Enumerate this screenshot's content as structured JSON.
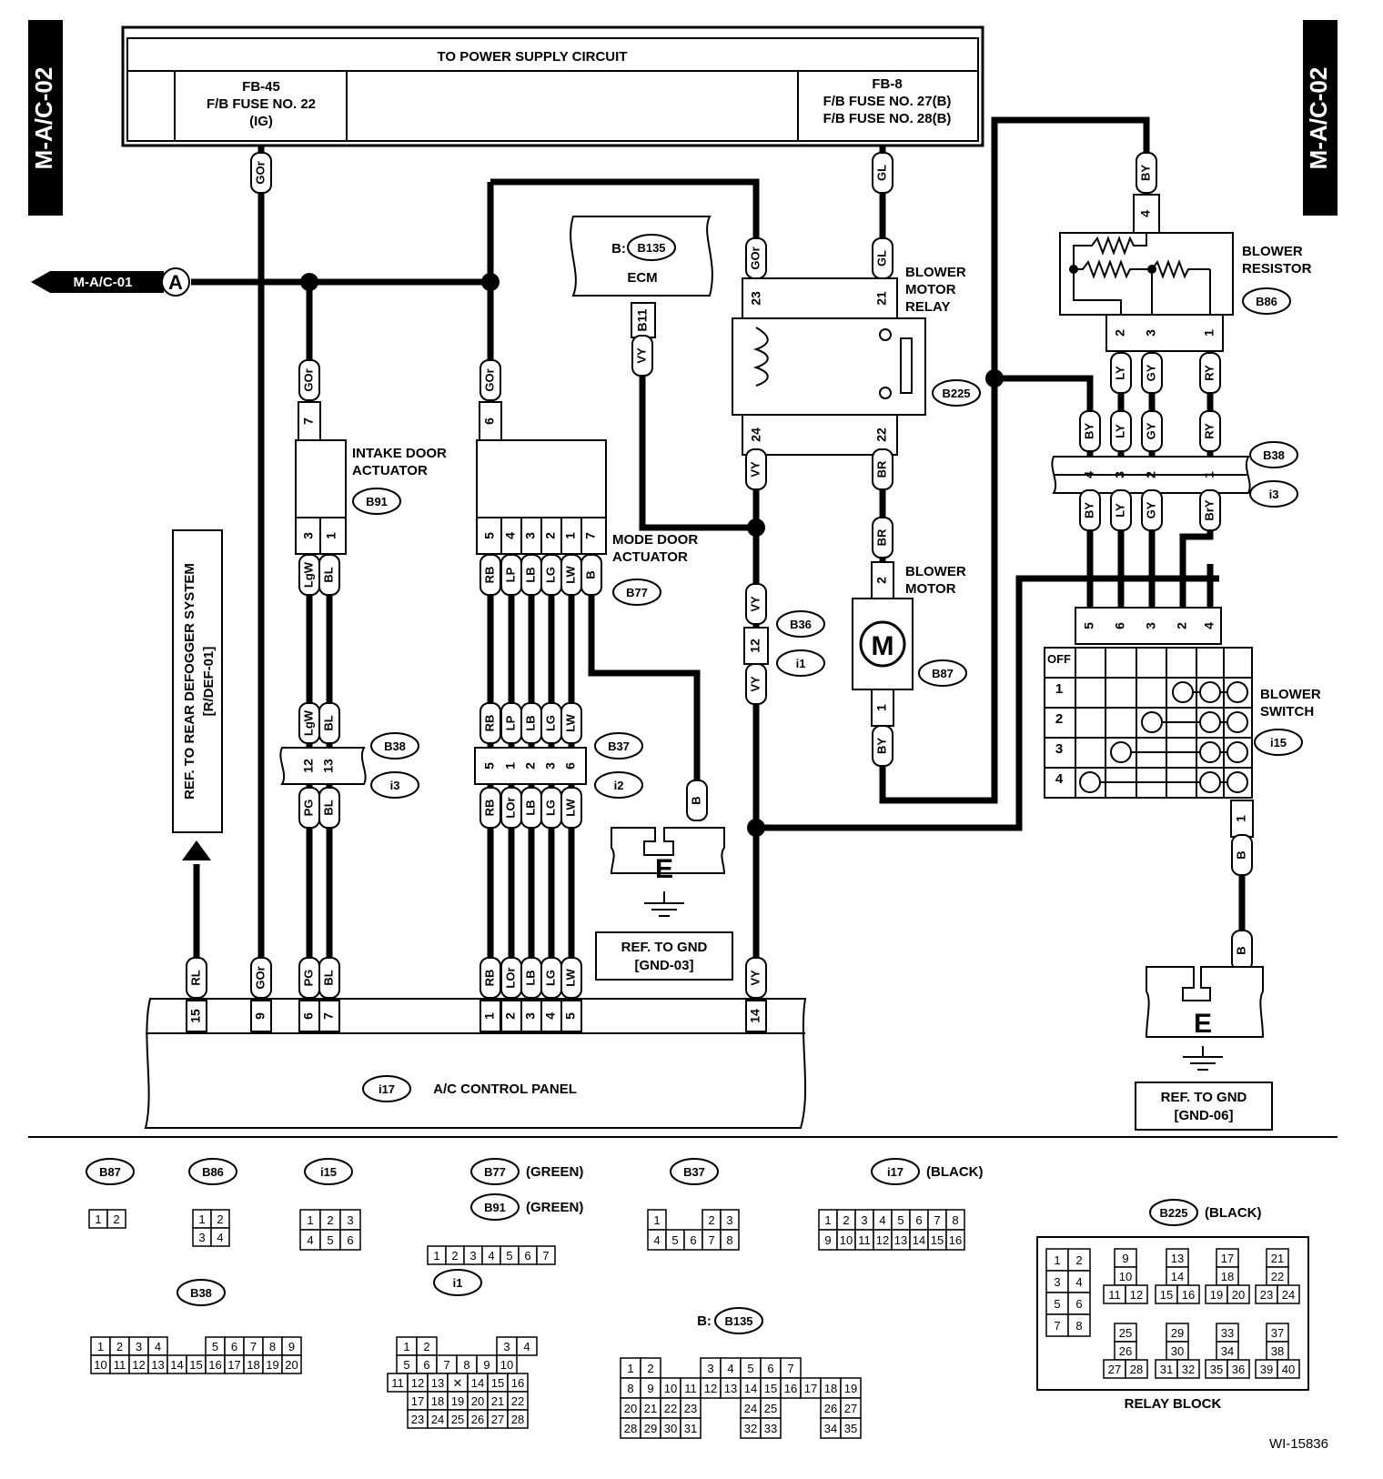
{
  "side_label": "M-A/C-02",
  "power": {
    "title": "TO POWER SUPPLY CIRCUIT",
    "fuse_left": [
      "FB-45",
      "F/B FUSE NO. 22",
      "(IG)"
    ],
    "fuse_right": [
      "FB-8",
      "F/B FUSE NO. 27(B)",
      "F/B FUSE NO. 28(B)"
    ]
  },
  "ref_in": {
    "label": "M-A/C-01",
    "letter": "A"
  },
  "ecm": {
    "prefix": "B:",
    "connector": "B135",
    "label": "ECM",
    "pin": "B11",
    "wire": "VY"
  },
  "relay": {
    "title": [
      "BLOWER",
      "MOTOR",
      "RELAY"
    ],
    "connector": "B225",
    "pins": [
      "23",
      "21",
      "24",
      "22"
    ]
  },
  "resistor": {
    "title": [
      "BLOWER",
      "RESISTOR"
    ],
    "connector": "B86",
    "pins": [
      "4",
      "2",
      "3",
      "1"
    ]
  },
  "intake": {
    "title": [
      "INTAKE DOOR",
      "ACTUATOR"
    ],
    "connector": "B91",
    "pins": [
      "7",
      "3",
      "1"
    ]
  },
  "mode": {
    "title": [
      "MODE DOOR",
      "ACTUATOR"
    ],
    "connector": "B77",
    "pins": [
      "6",
      "5",
      "4",
      "3",
      "2",
      "1",
      "7"
    ]
  },
  "motor": {
    "title": [
      "BLOWER",
      "MOTOR"
    ],
    "connector": "B87",
    "symbol": "M",
    "pins": [
      "2",
      "1"
    ]
  },
  "switch": {
    "title": [
      "BLOWER",
      "SWITCH"
    ],
    "connector": "i15",
    "pins": [
      "5",
      "6",
      "3",
      "2",
      "4",
      "1"
    ],
    "rows": [
      "OFF",
      "1",
      "2",
      "3",
      "4"
    ]
  },
  "wires": {
    "gor": "GOr",
    "gl": "GL",
    "by": "BY",
    "ly": "LY",
    "gy": "GY",
    "ry": "RY",
    "bry": "BrY",
    "vy": "VY",
    "br": "BR",
    "lgw": "LgW",
    "bl": "BL",
    "pg": "PG",
    "rb": "RB",
    "lp": "LP",
    "lb": "LB",
    "lg": "LG",
    "lw": "LW",
    "b": "B",
    "lor": "LOr",
    "rl": "RL"
  },
  "joints": {
    "b38": "B38",
    "i3": "i3",
    "b37": "B37",
    "i2": "i2",
    "b36": "B36",
    "i1": "i1",
    "b38_pins": [
      "4",
      "3",
      "2",
      "1"
    ],
    "b38_left": [
      "12",
      "13"
    ],
    "b37_pins": [
      "5",
      "1",
      "2",
      "3",
      "6"
    ],
    "b36_pin": "12"
  },
  "ground": {
    "letter": "E",
    "ref1": [
      "REF. TO GND",
      "[GND-03]"
    ],
    "ref2": [
      "REF. TO GND",
      "[GND-06]"
    ]
  },
  "defog": [
    "REF. TO REAR DEFOGGER SYSTEM",
    "[R/DEF-01]"
  ],
  "panel": {
    "connector": "i17",
    "label": "A/C CONTROL PANEL",
    "pins": [
      "15",
      "9",
      "6",
      "7",
      "1",
      "2",
      "3",
      "4",
      "5",
      "14"
    ]
  },
  "legend": {
    "b87": "B87",
    "b86": "B86",
    "i15": "i15",
    "b77": "B77",
    "b91": "B91",
    "green": "(GREEN)",
    "b37": "B37",
    "i17": "i17",
    "black": "(BLACK)",
    "b225": "B225",
    "b38": "B38",
    "i1": "i1",
    "b135": "B135",
    "b135_prefix": "B:",
    "relay_block": "RELAY BLOCK"
  },
  "figure_id": "WI-15836"
}
